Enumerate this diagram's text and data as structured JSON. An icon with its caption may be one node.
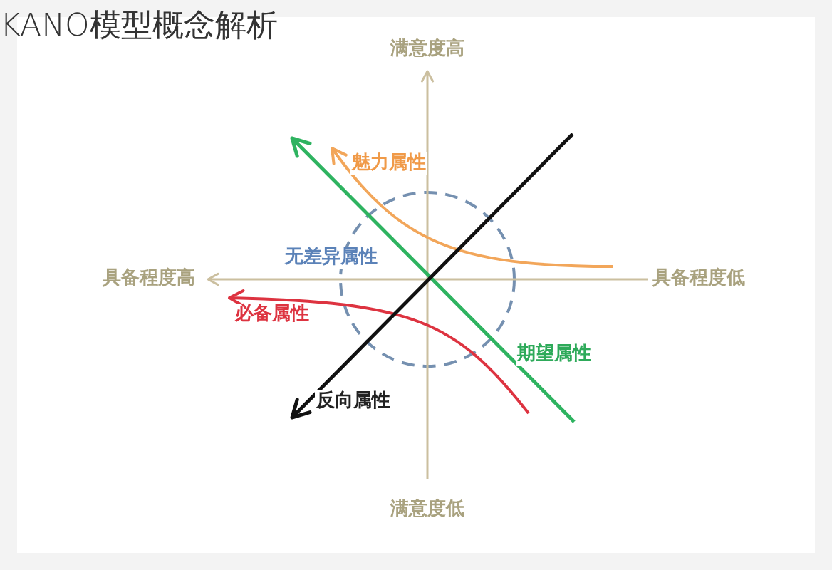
{
  "diagram": {
    "title": "KANO模型概念解析",
    "nodes": [
      {
        "text": [],
        "shape": "circle",
        "beside": [
          "无差异属性"
        ]
      }
    ],
    "labels": [
      "满意度高",
      "魅力属性",
      "具备程度高",
      "具备程度低",
      "必备属性",
      "期望属性",
      "反向属性",
      "满意度低"
    ]
  }
}
